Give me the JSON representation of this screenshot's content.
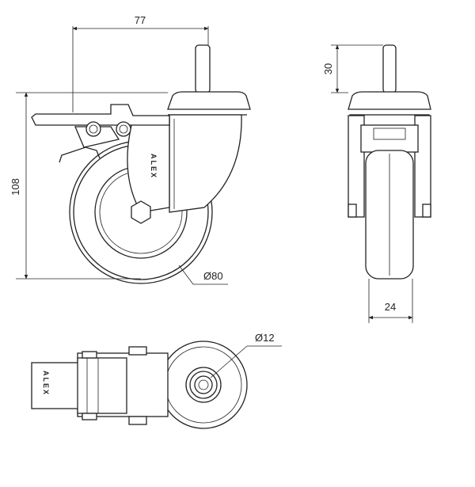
{
  "dimensions": {
    "width": "77",
    "stem_height": "30",
    "total_height": "108",
    "wheel_diameter": "Ø80",
    "wheel_width": "24",
    "stem_diameter": "Ø12"
  },
  "brand_side": "ALEX",
  "brand_bottom": "ALEX",
  "colors": {
    "line": "#222222",
    "background": "#ffffff"
  }
}
